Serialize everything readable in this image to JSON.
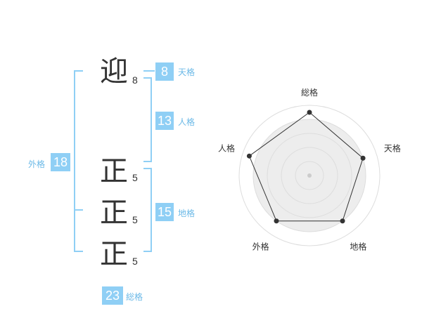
{
  "name_chars": [
    {
      "char": "迎",
      "strokes": "8"
    },
    {
      "char": "正",
      "strokes": "5"
    },
    {
      "char": "正",
      "strokes": "5"
    },
    {
      "char": "正",
      "strokes": "5"
    }
  ],
  "fortune": {
    "tenkaku": {
      "value": "8",
      "label": "天格"
    },
    "jinkaku": {
      "value": "13",
      "label": "人格"
    },
    "chikaku": {
      "value": "15",
      "label": "地格"
    },
    "gaikaku": {
      "value": "18",
      "label": "外格"
    },
    "soukaku": {
      "value": "23",
      "label": "総格"
    }
  },
  "chart_data": {
    "type": "radar",
    "axes": [
      "総格",
      "天格",
      "地格",
      "外格",
      "人格"
    ],
    "levels": 5,
    "values": [
      4.5,
      4,
      4,
      4,
      4.5
    ],
    "max": 5,
    "colors": {
      "fill": "#ededed",
      "stroke": "#333333",
      "ring": "#dddddd"
    }
  },
  "colors": {
    "accent": "#8fcff5",
    "accent_text": "#6bb9e7"
  }
}
